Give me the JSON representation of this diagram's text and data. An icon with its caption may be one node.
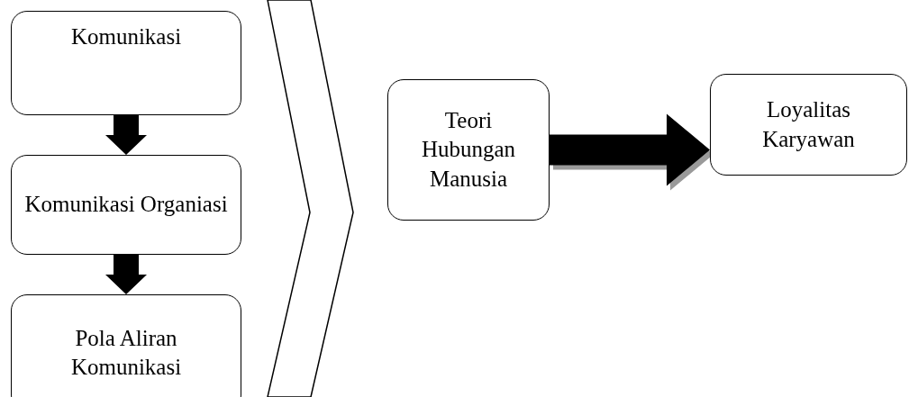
{
  "diagram": {
    "nodes": [
      {
        "text": [
          "Komunikasi"
        ]
      },
      {
        "text": [
          "Komunikasi Organiasi"
        ]
      },
      {
        "text": [
          "Pola Aliran Komunikasi"
        ]
      },
      {
        "text": [],
        "shape": "chevron"
      },
      {
        "text": [
          "Teori Hubungan Manusia"
        ]
      },
      {
        "text": [
          "Loyalitas Karyawan"
        ]
      }
    ],
    "edges": [
      {
        "from": 0,
        "to": 1,
        "arrow": "to"
      },
      {
        "from": 1,
        "to": 2,
        "arrow": "to"
      },
      {
        "from": 4,
        "to": 5,
        "arrow": "to"
      }
    ]
  }
}
